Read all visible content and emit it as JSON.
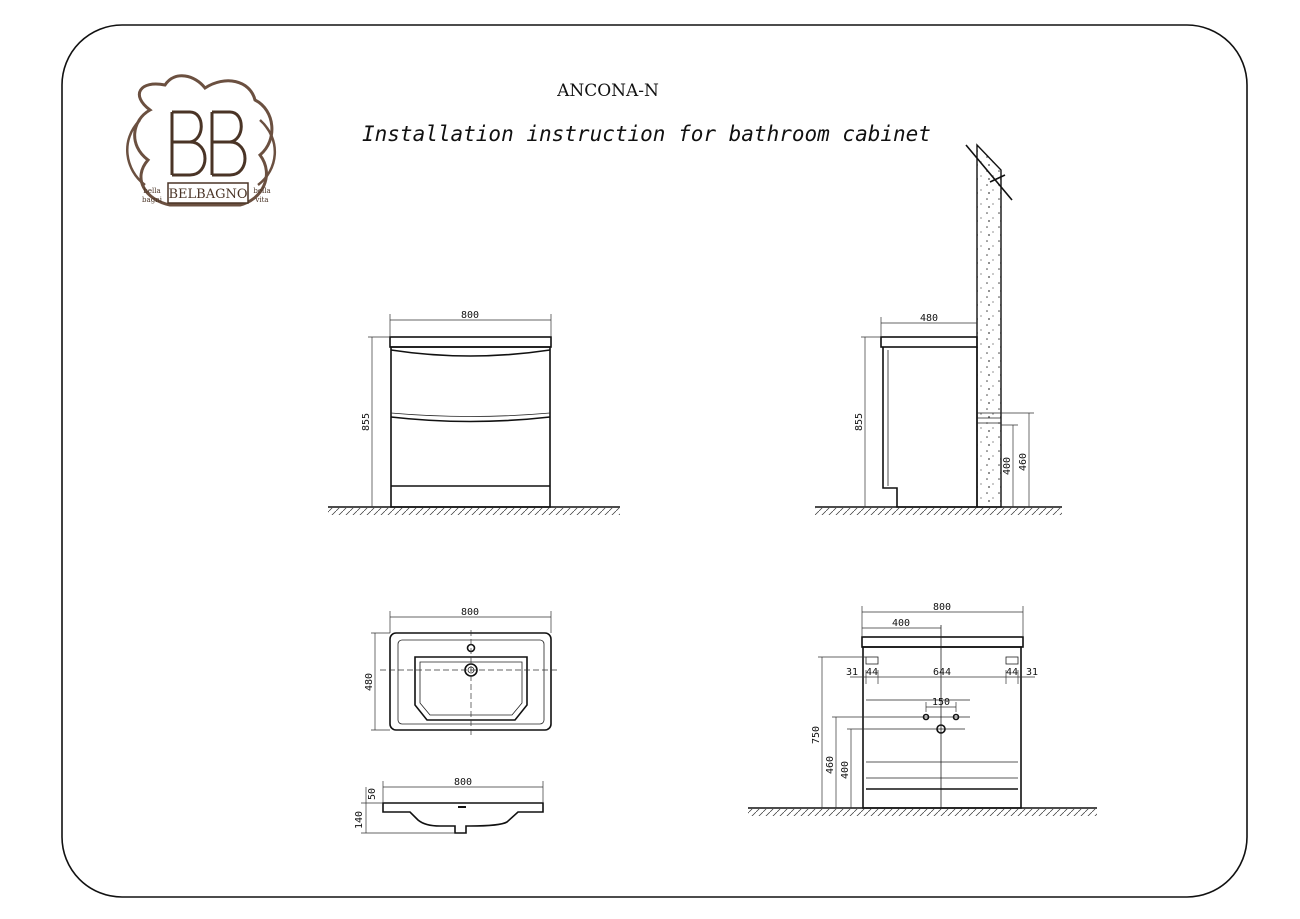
{
  "header": {
    "model": "ANCONA-N",
    "subtitle": "Installation instruction for bathroom cabinet"
  },
  "logo": {
    "brand": "BELBAGNO",
    "left_motto": "bella bagni",
    "right_motto": "bella vita",
    "monogram": "BB"
  },
  "front_view": {
    "width": "800",
    "height": "855"
  },
  "side_view": {
    "depth": "480",
    "height": "855",
    "pipe_low": "400",
    "pipe_high": "460"
  },
  "basin_top_view": {
    "width": "800",
    "depth": "480"
  },
  "basin_profile": {
    "width": "800",
    "rim": "50",
    "height": "140"
  },
  "back_view": {
    "width": "800",
    "half": "400",
    "edge_left": "31",
    "bracket_left": "44",
    "between": "644",
    "bracket_right": "44",
    "edge_right": "31",
    "tap_spacing": "150",
    "mount_height": "750",
    "water_height": "460",
    "drain_height": "400"
  }
}
